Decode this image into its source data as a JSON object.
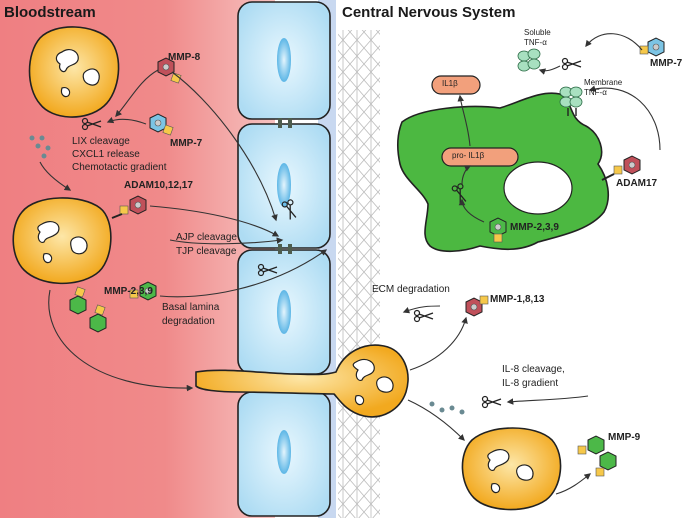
{
  "titles": {
    "left": "Bloodstream",
    "right": "Central Nervous System"
  },
  "enzymes": {
    "mmp8": "MMP-8",
    "mmp7_left": "MMP-7",
    "adam10": "ADAM10,12,17",
    "mmp239_left": "MMP-2,3,9",
    "mmp7_right": "MMP-7",
    "adam17": "ADAM17",
    "mmp239_right": "MMP-2,3,9",
    "mmp1813": "MMP-1,8,13",
    "mmp9": "MMP-9"
  },
  "labels": {
    "lix_1": "LIX cleavage",
    "lix_2": "CXCL1 release",
    "lix_3": "Chemotactic gradient",
    "ajp": "AJP cleavage",
    "tjp": "TJP cleavage",
    "basal_1": "Basal lamina",
    "basal_2": "degradation",
    "soluble_1": "Soluble",
    "soluble_2": "TNF-α",
    "membrane_1": "Membrane",
    "membrane_2": "TNF-α",
    "il1b": "IL1β",
    "pro_il1b": "pro- IL1β",
    "ecm": "ECM degradation",
    "il8_1": "IL-8 cleavage,",
    "il8_2": "IL-8 gradient"
  },
  "colors": {
    "bloodstream": "#f08a8a",
    "endothelium": "#bde4f7",
    "nucleus": "#7cc6ee",
    "leukocyte": "#f6b92e",
    "microglia": "#4cb841",
    "il1b_fill": "#f2a07c",
    "mmp_red": "#c0505a",
    "mmp_blue": "#7cc4e4",
    "mmp_green": "#4cb848",
    "zinc_yellow": "#f6c84a",
    "tnf": "#a8e0c0"
  }
}
